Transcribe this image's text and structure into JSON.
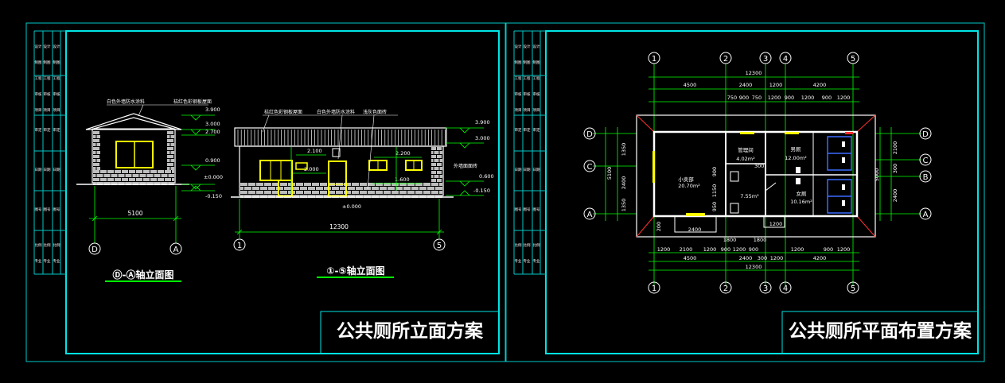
{
  "colors": {
    "frame": "#00e5e5",
    "dim": "#00ff00",
    "wall": "#ffffff",
    "accent": "#ffff00",
    "red": "#ff3030",
    "blue": "#3a6bff"
  },
  "left_sheet": {
    "title": "公共厕所立面方案",
    "view1_label": "Ⓓ-Ⓐ轴立面图",
    "view2_label": "①-⑤轴立面图",
    "side": {
      "note1": "白色外墙防水涂料",
      "note2": "桔红色彩钢板屋面",
      "lv_3900": "3.900",
      "lv_3000": "3.000",
      "lv_2700": "2.700",
      "lv_0900": "0.900",
      "lv_pm0": "±0.000",
      "lv_m0150": "-0.150",
      "width": "5100",
      "axis_d": "D",
      "axis_a": "A"
    },
    "front": {
      "note1": "桔红色彩钢板屋面",
      "note2": "白色外墙防水涂料",
      "note3": "浅灰色面砖",
      "note4": "外墙面面砖",
      "dim_2100": "2.100",
      "dim_2000": "2.000",
      "dim_2200": "2.200",
      "dim_1600": "1.600",
      "lv_3900": "3.900",
      "lv_3000": "3.000",
      "lv_0600": "0.600",
      "lv_m0150": "-0.150",
      "lv_pm0": "±0.000",
      "width": "12300",
      "axis_1": "1",
      "axis_5": "5"
    }
  },
  "right_sheet": {
    "title": "公共厕所平面布置方案",
    "axes_top": [
      "1",
      "2",
      "3",
      "4",
      "5"
    ],
    "axes_side": [
      "D",
      "C",
      "A"
    ],
    "axes_right": [
      "D",
      "C",
      "B",
      "A"
    ],
    "top_total": "12300",
    "top_mid": [
      "4500",
      "2400",
      "1200",
      "4200"
    ],
    "top_detail": [
      "750",
      "900",
      "750",
      "1200",
      "900",
      "1200",
      "900",
      "1200"
    ],
    "left_dims": [
      "1350",
      "2400",
      "1350"
    ],
    "left_total": "5100",
    "right_dims": [
      "2100",
      "300",
      "2400"
    ],
    "right_total": "5000",
    "bottom_detail": [
      "1200",
      "2100",
      "1200",
      "900",
      "1200",
      "900",
      "1200",
      "900",
      "1200"
    ],
    "bottom_mid": [
      "4500",
      "2400",
      "300",
      "1200",
      "4200"
    ],
    "bottom_total": "12300",
    "rooms": {
      "shop_name": "小卖部",
      "shop_area": "20.70m²",
      "mgmt_name": "管理间",
      "mgmt_area": "4.02m²",
      "mgmt_dim": "300",
      "hall_area": "7.55m²",
      "men_name": "男厕",
      "men_area": "12.00m²",
      "women_name": "女厕",
      "women_area": "10.16m²"
    },
    "inner_dims": [
      "1150",
      "900",
      "950",
      "2400",
      "1800",
      "1800",
      "1200",
      "200"
    ]
  },
  "title_block_rows": [
    "设计",
    "制图",
    "审核",
    "审定",
    "日期",
    "图号",
    "比例",
    "专业",
    "工程",
    "项目"
  ]
}
